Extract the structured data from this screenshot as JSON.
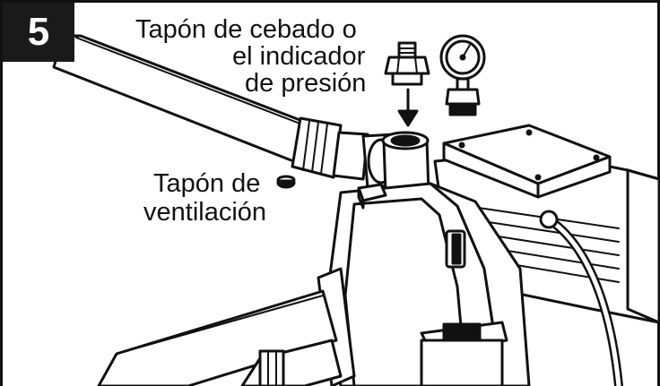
{
  "step": {
    "number": "5"
  },
  "labels": {
    "priming_line1": "Tapón de cebado o",
    "priming_line2": "el indicador",
    "priming_line3": "de presión",
    "vent_line1": "Tapón de",
    "vent_line2": "ventilación"
  },
  "colors": {
    "ink": "#111111",
    "badge": "#1a1a1a",
    "paper": "#ffffff"
  },
  "icons": [
    "priming-plug-icon",
    "pressure-gauge-icon",
    "down-arrow-icon",
    "vent-plug-icon"
  ]
}
